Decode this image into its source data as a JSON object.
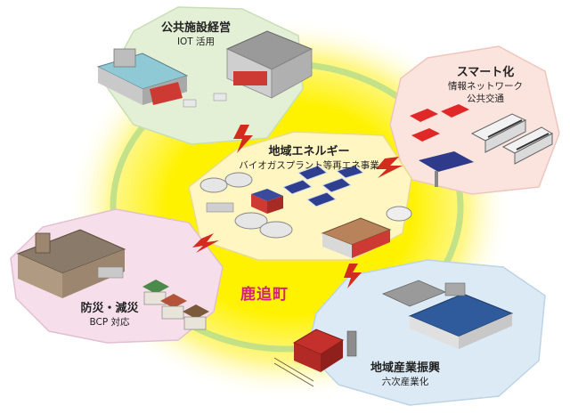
{
  "colors": {
    "glow": "#fff200",
    "ring": "#b9dd8a",
    "public_bg": "#e3f0d5",
    "smart_bg": "#fbe3de",
    "center_bg": "#fff6c2",
    "disaster_bg": "#f6dfea",
    "industry_bg": "#dceaf5",
    "bolt": "#d32b1e",
    "town_text": "#d1237b"
  },
  "nodes": {
    "public": {
      "title": "公共施設経営",
      "subtitle": "IOT 活用"
    },
    "smart": {
      "title": "スマート化",
      "line1": "情報ネットワーク",
      "line2": "公共交通"
    },
    "center": {
      "title": "地域エネルギー",
      "subtitle": "バイオガスプラント等再エネ事業"
    },
    "disaster": {
      "title": "防災・減災",
      "subtitle": "BCP 対応"
    },
    "industry": {
      "title": "地域産業振興",
      "subtitle": "六次産業化"
    }
  },
  "town_name": "鹿追町",
  "icons": [
    "lightning-bolt-icon",
    "bus-icon",
    "car-icon",
    "solar-panel-icon",
    "house-icon",
    "barn-icon",
    "factory-icon"
  ]
}
